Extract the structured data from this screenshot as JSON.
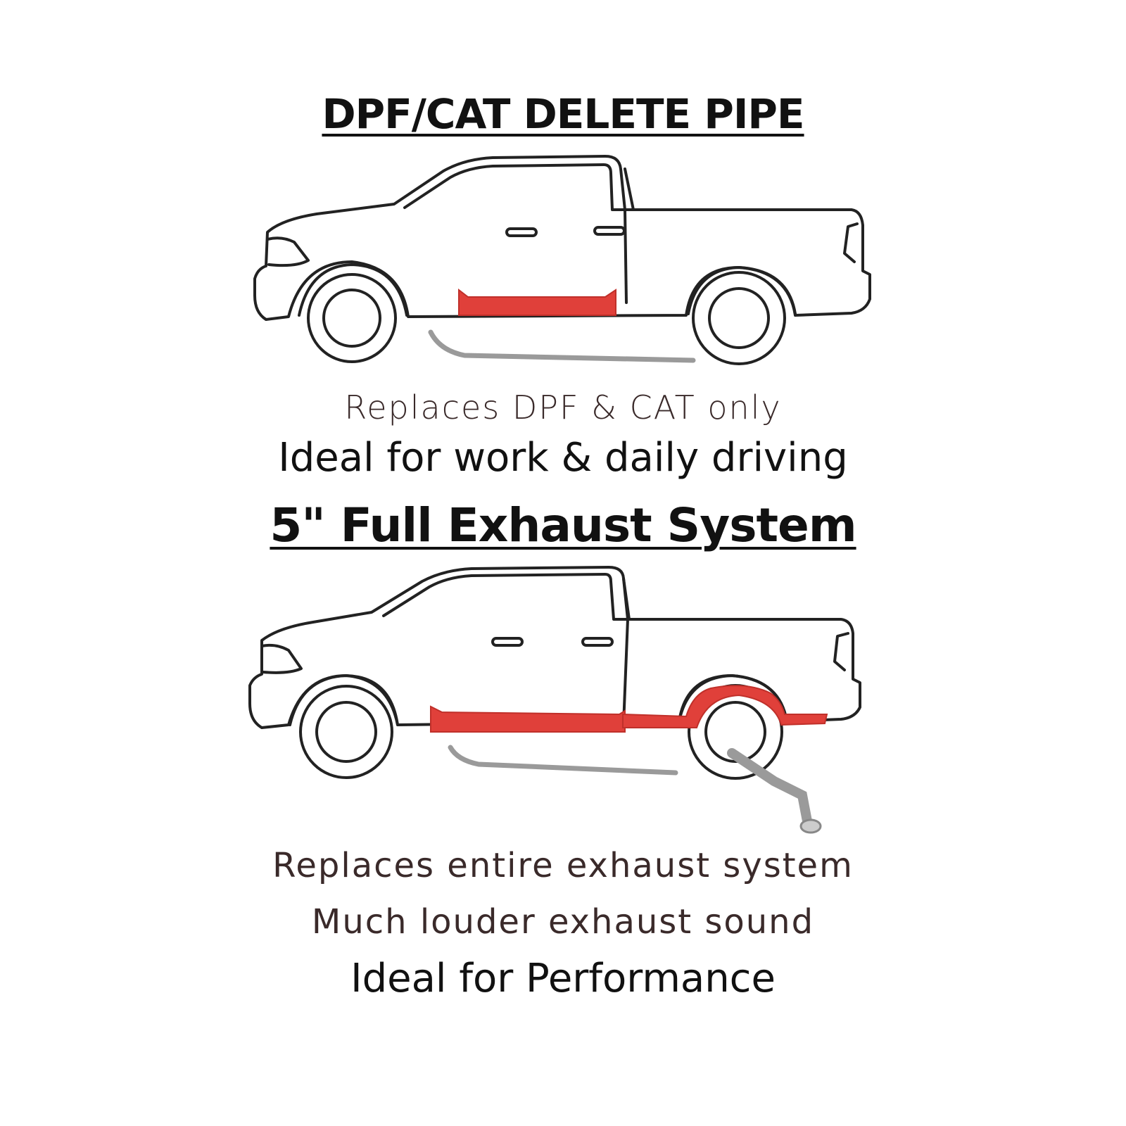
{
  "sections": [
    {
      "title": "DPF/CAT DELETE PIPE",
      "lines": [
        "Replaces DPF & CAT only",
        "Ideal for work & daily driving"
      ]
    },
    {
      "title": "5\" Full Exhaust System",
      "lines": [
        "Replaces entire exhaust system",
        "Much louder exhaust sound",
        "Ideal for Performance"
      ]
    }
  ],
  "colors": {
    "highlight": "#e0403a",
    "outline": "#222222",
    "pipe": "#9a9a9a"
  }
}
